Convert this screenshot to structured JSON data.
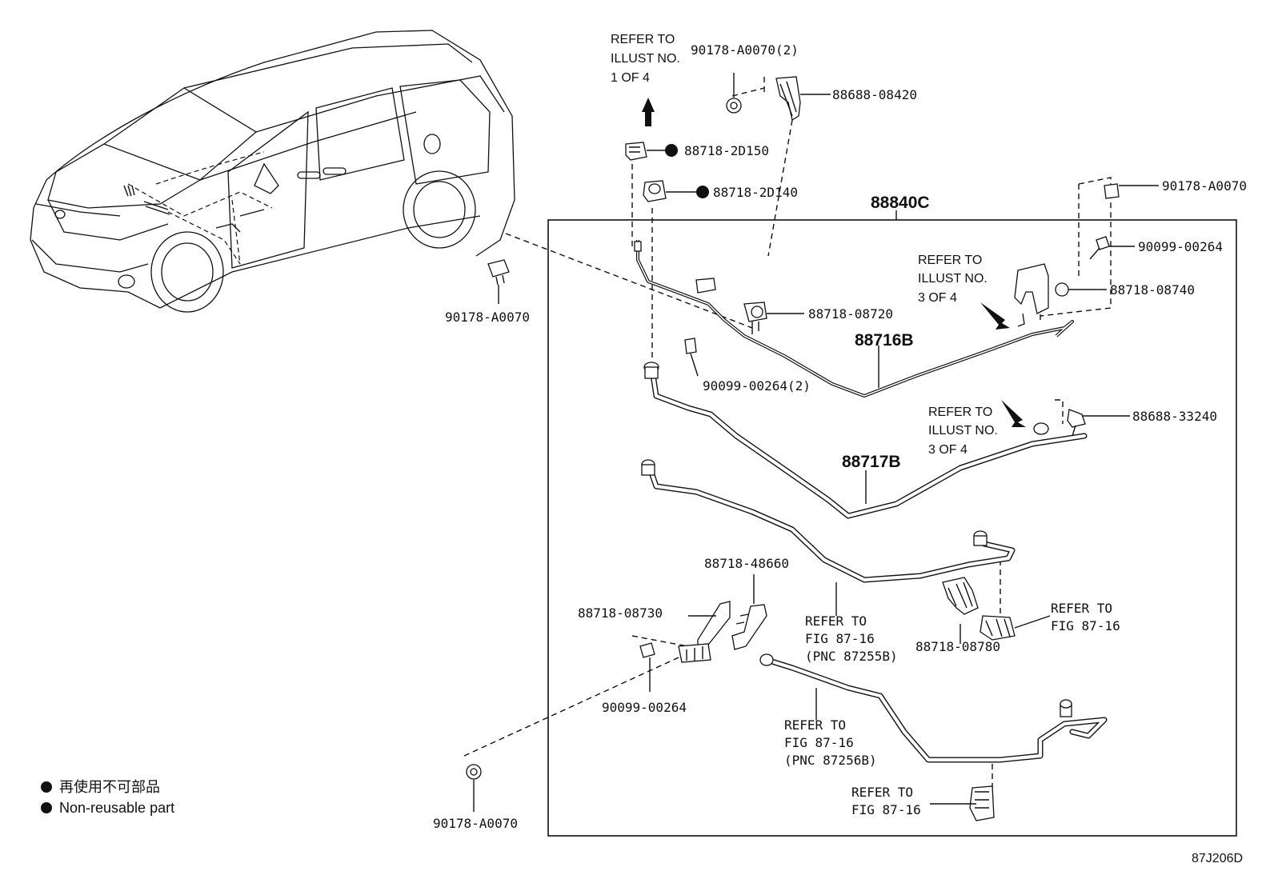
{
  "assembly": {
    "code": "88840C"
  },
  "diagram_id": "87J206D",
  "parts": {
    "p88716B": "88716B",
    "p88717B": "88717B",
    "p90178_A0070_2": "90178-A0070(2)",
    "p88688_08420": "88688-08420",
    "p88718_2D150": "88718-2D150",
    "p88718_2D140": "88718-2D140",
    "p90178_A0070_right": "90178-A0070",
    "p90099_00264_right": "90099-00264",
    "p88718_08740": "88718-08740",
    "p88718_08720": "88718-08720",
    "p90099_00264_2": "90099-00264(2)",
    "p88688_33240": "88688-33240",
    "p90178_A0070_left": "90178-A0070",
    "p88718_48660": "88718-48660",
    "p88718_08730": "88718-08730",
    "p90099_00264_low": "90099-00264",
    "p88718_08780": "88718-08780",
    "p90178_A0070_bottom": "90178-A0070"
  },
  "notes": {
    "refer_illust_1": [
      "REFER TO",
      "ILLUST NO.",
      "1 OF 4"
    ],
    "refer_illust_3a": [
      "REFER TO",
      "ILLUST NO.",
      "3 OF 4"
    ],
    "refer_illust_3b": [
      "REFER TO",
      "ILLUST NO.",
      "3 OF 4"
    ],
    "refer_fig_87255B": [
      "REFER TO",
      "FIG 87-16",
      "(PNC 87255B)"
    ],
    "refer_fig_right": [
      "REFER TO",
      "FIG 87-16"
    ],
    "refer_fig_87256B": [
      "REFER TO",
      "FIG 87-16",
      "(PNC 87256B)"
    ],
    "refer_fig_bottom": [
      "REFER TO",
      "FIG 87-16"
    ]
  },
  "legend": {
    "line_jp": "再使用不可部品",
    "line_en": "Non-reusable part"
  }
}
